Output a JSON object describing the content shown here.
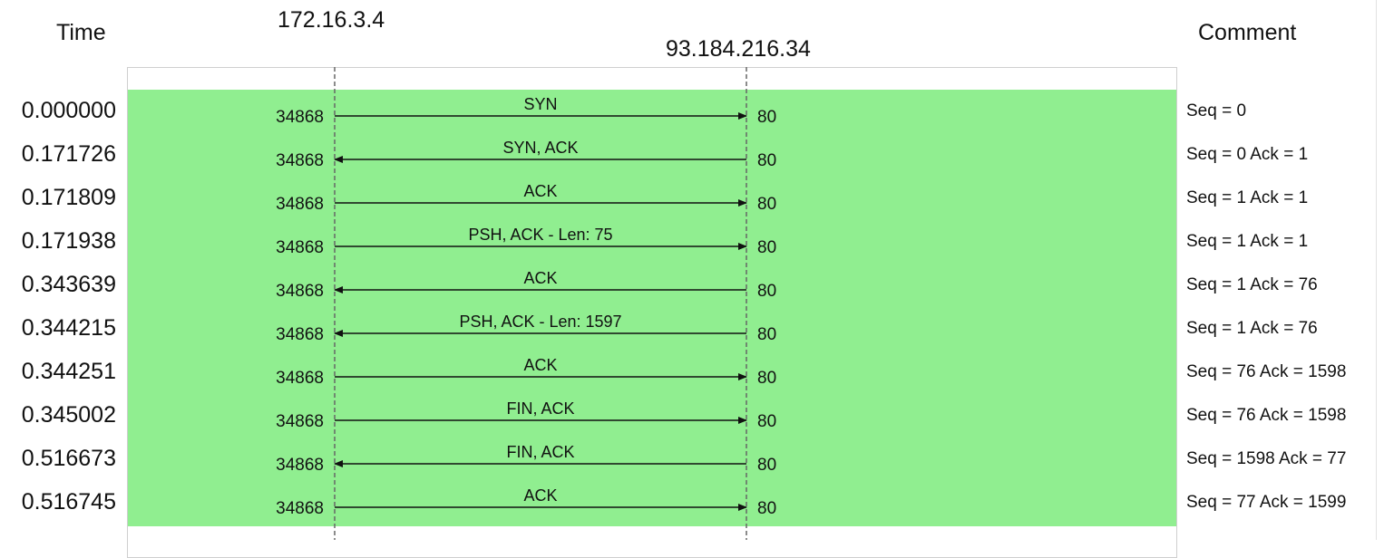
{
  "headers": {
    "time": "Time",
    "comment": "Comment",
    "host_a": "172.16.3.4",
    "host_b": "93.184.216.34"
  },
  "colors": {
    "row_fill": "#90ee90",
    "arrow": "#111111",
    "lifeline": "#666666"
  },
  "rows": [
    {
      "time": "0.000000",
      "label": "SYN",
      "dir": "right",
      "src_port": "34868",
      "dst_port": "80",
      "comment": "Seq = 0"
    },
    {
      "time": "0.171726",
      "label": "SYN, ACK",
      "dir": "left",
      "src_port": "34868",
      "dst_port": "80",
      "comment": "Seq = 0 Ack = 1"
    },
    {
      "time": "0.171809",
      "label": "ACK",
      "dir": "right",
      "src_port": "34868",
      "dst_port": "80",
      "comment": "Seq = 1 Ack = 1"
    },
    {
      "time": "0.171938",
      "label": "PSH, ACK - Len: 75",
      "dir": "right",
      "src_port": "34868",
      "dst_port": "80",
      "comment": "Seq = 1 Ack = 1"
    },
    {
      "time": "0.343639",
      "label": "ACK",
      "dir": "left",
      "src_port": "34868",
      "dst_port": "80",
      "comment": "Seq = 1 Ack = 76"
    },
    {
      "time": "0.344215",
      "label": "PSH, ACK - Len: 1597",
      "dir": "left",
      "src_port": "34868",
      "dst_port": "80",
      "comment": "Seq = 1 Ack = 76"
    },
    {
      "time": "0.344251",
      "label": "ACK",
      "dir": "right",
      "src_port": "34868",
      "dst_port": "80",
      "comment": "Seq = 76 Ack = 1598"
    },
    {
      "time": "0.345002",
      "label": "FIN, ACK",
      "dir": "right",
      "src_port": "34868",
      "dst_port": "80",
      "comment": "Seq = 76 Ack = 1598"
    },
    {
      "time": "0.516673",
      "label": "FIN, ACK",
      "dir": "left",
      "src_port": "34868",
      "dst_port": "80",
      "comment": "Seq = 1598 Ack = 77"
    },
    {
      "time": "0.516745",
      "label": "ACK",
      "dir": "right",
      "src_port": "34868",
      "dst_port": "80",
      "comment": "Seq = 77 Ack = 1599"
    }
  ]
}
